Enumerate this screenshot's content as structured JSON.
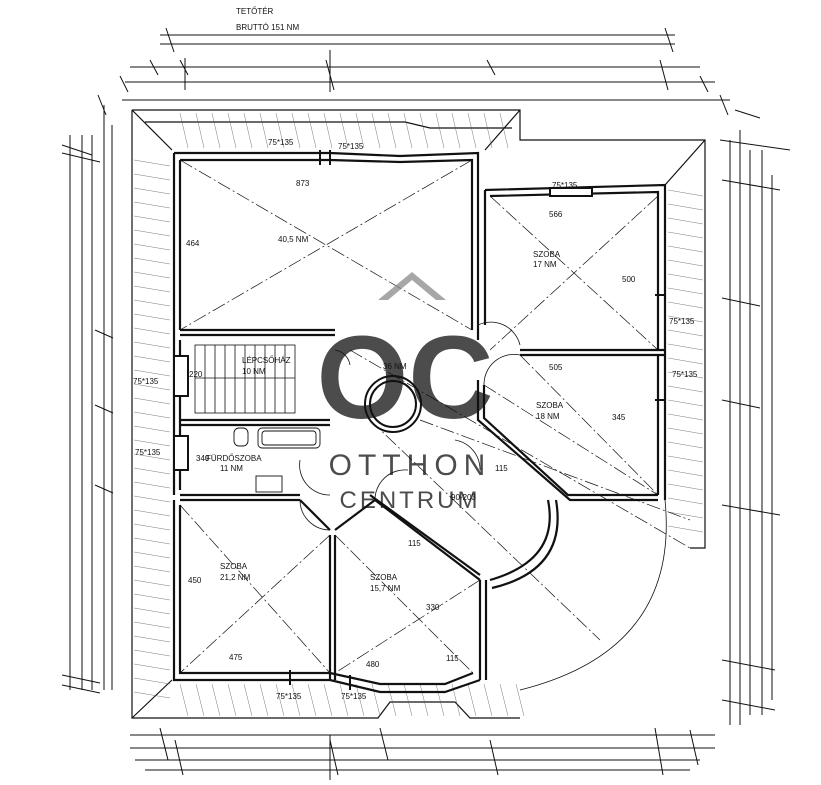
{
  "header": {
    "line1": "TETŐTÉR",
    "line2": "BRUTTÓ 151 NM"
  },
  "rooms": {
    "main_area": "40,5 NM",
    "main_width": "873",
    "main_height": "464",
    "szoba1_name": "SZOBA",
    "szoba1_area": "17  NM",
    "szoba1_width": "566",
    "szoba1_depth": "500",
    "lepcsohaz_name": "LÉPCSŐHÁZ",
    "lepcsohaz_area": "10 NM",
    "lepcsohaz_dim": "220",
    "hall_area": "36 NM",
    "szoba2_name": "SZOBA",
    "szoba2_area": "18 NM",
    "szoba2_dim1": "505",
    "szoba2_dim2": "345",
    "furdo_name": "FÜRDŐSZOBA",
    "furdo_area": "11 NM",
    "furdo_dim": "340",
    "corridor_dim": "115",
    "door_dim": "90-203",
    "szoba3_name": "SZOBA",
    "szoba3_area": "21,2 NM",
    "szoba3_dim1": "450",
    "szoba3_dim2": "475",
    "szoba4_name": "SZOBA",
    "szoba4_area": "15,7 NM",
    "szoba4_dim1": "330",
    "szoba4_dim2": "115",
    "szoba4_dim3": "115",
    "bottom_dim": "480"
  },
  "windows": {
    "w_top_left": "75*135",
    "w_top_mid": "75*135",
    "w_top_right": "75*135",
    "w_right_1": "75*135",
    "w_right_2": "75*135",
    "w_left_1": "75*135",
    "w_left_2": "75*135",
    "w_bottom_1": "75*135",
    "w_bottom_2": "75*135"
  },
  "watermark": {
    "logo": "OC",
    "line1": "OTTHON",
    "line2": "CENTRUM"
  },
  "colors": {
    "ink": "#111111",
    "watermark": "#8a8a8a"
  }
}
